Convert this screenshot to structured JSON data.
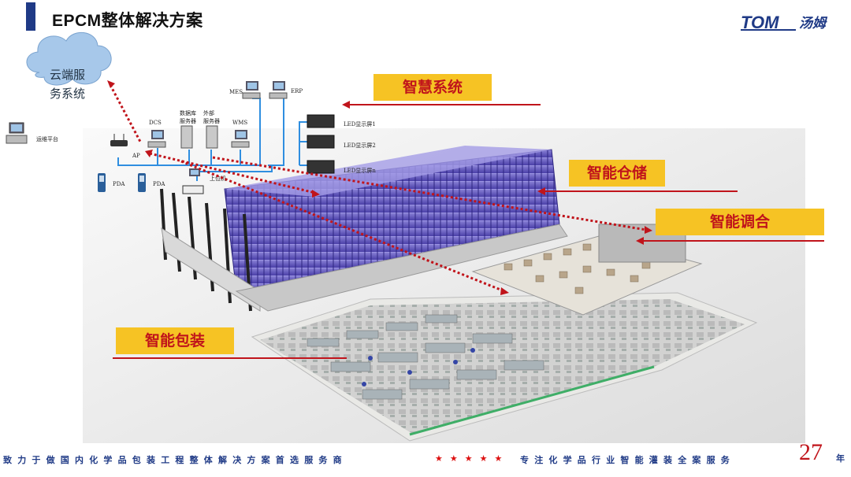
{
  "header": {
    "title": "EPCM整体解决方案"
  },
  "logo": {
    "text": "TOM",
    "cn": "汤姆"
  },
  "cloud": {
    "line1": "云端服",
    "line2": "务系统"
  },
  "devices": {
    "remote": "运维平台",
    "ap": "AP",
    "pda1": "PDA",
    "pda2": "PDA",
    "dcs": "DCS",
    "db_line1": "数据库",
    "db_line2": "服务器",
    "ext_line1": "外部",
    "ext_line2": "服务器",
    "wms": "WMS",
    "mes": "MES",
    "erp": "ERP",
    "host": "上位机",
    "led1": "LED显示屏1",
    "led2": "LED显示屏2",
    "ledn": "LED显示屏n"
  },
  "labels": {
    "smart_system": "智慧系统",
    "smart_storage": "智能仓储",
    "smart_blending": "智能调合",
    "smart_packaging": "智能包装"
  },
  "footer": {
    "left": "致力于做国内化学品包装工程整体解决方案首选服务商",
    "stars": "★★★★★",
    "right": "专注化学品行业智能灌装全案服务",
    "page": "27",
    "suffix": "年"
  },
  "colors": {
    "accent": "#1f3a86",
    "label_bg": "#f6c324",
    "label_text": "#c0141b",
    "arrow": "#c0141b"
  }
}
